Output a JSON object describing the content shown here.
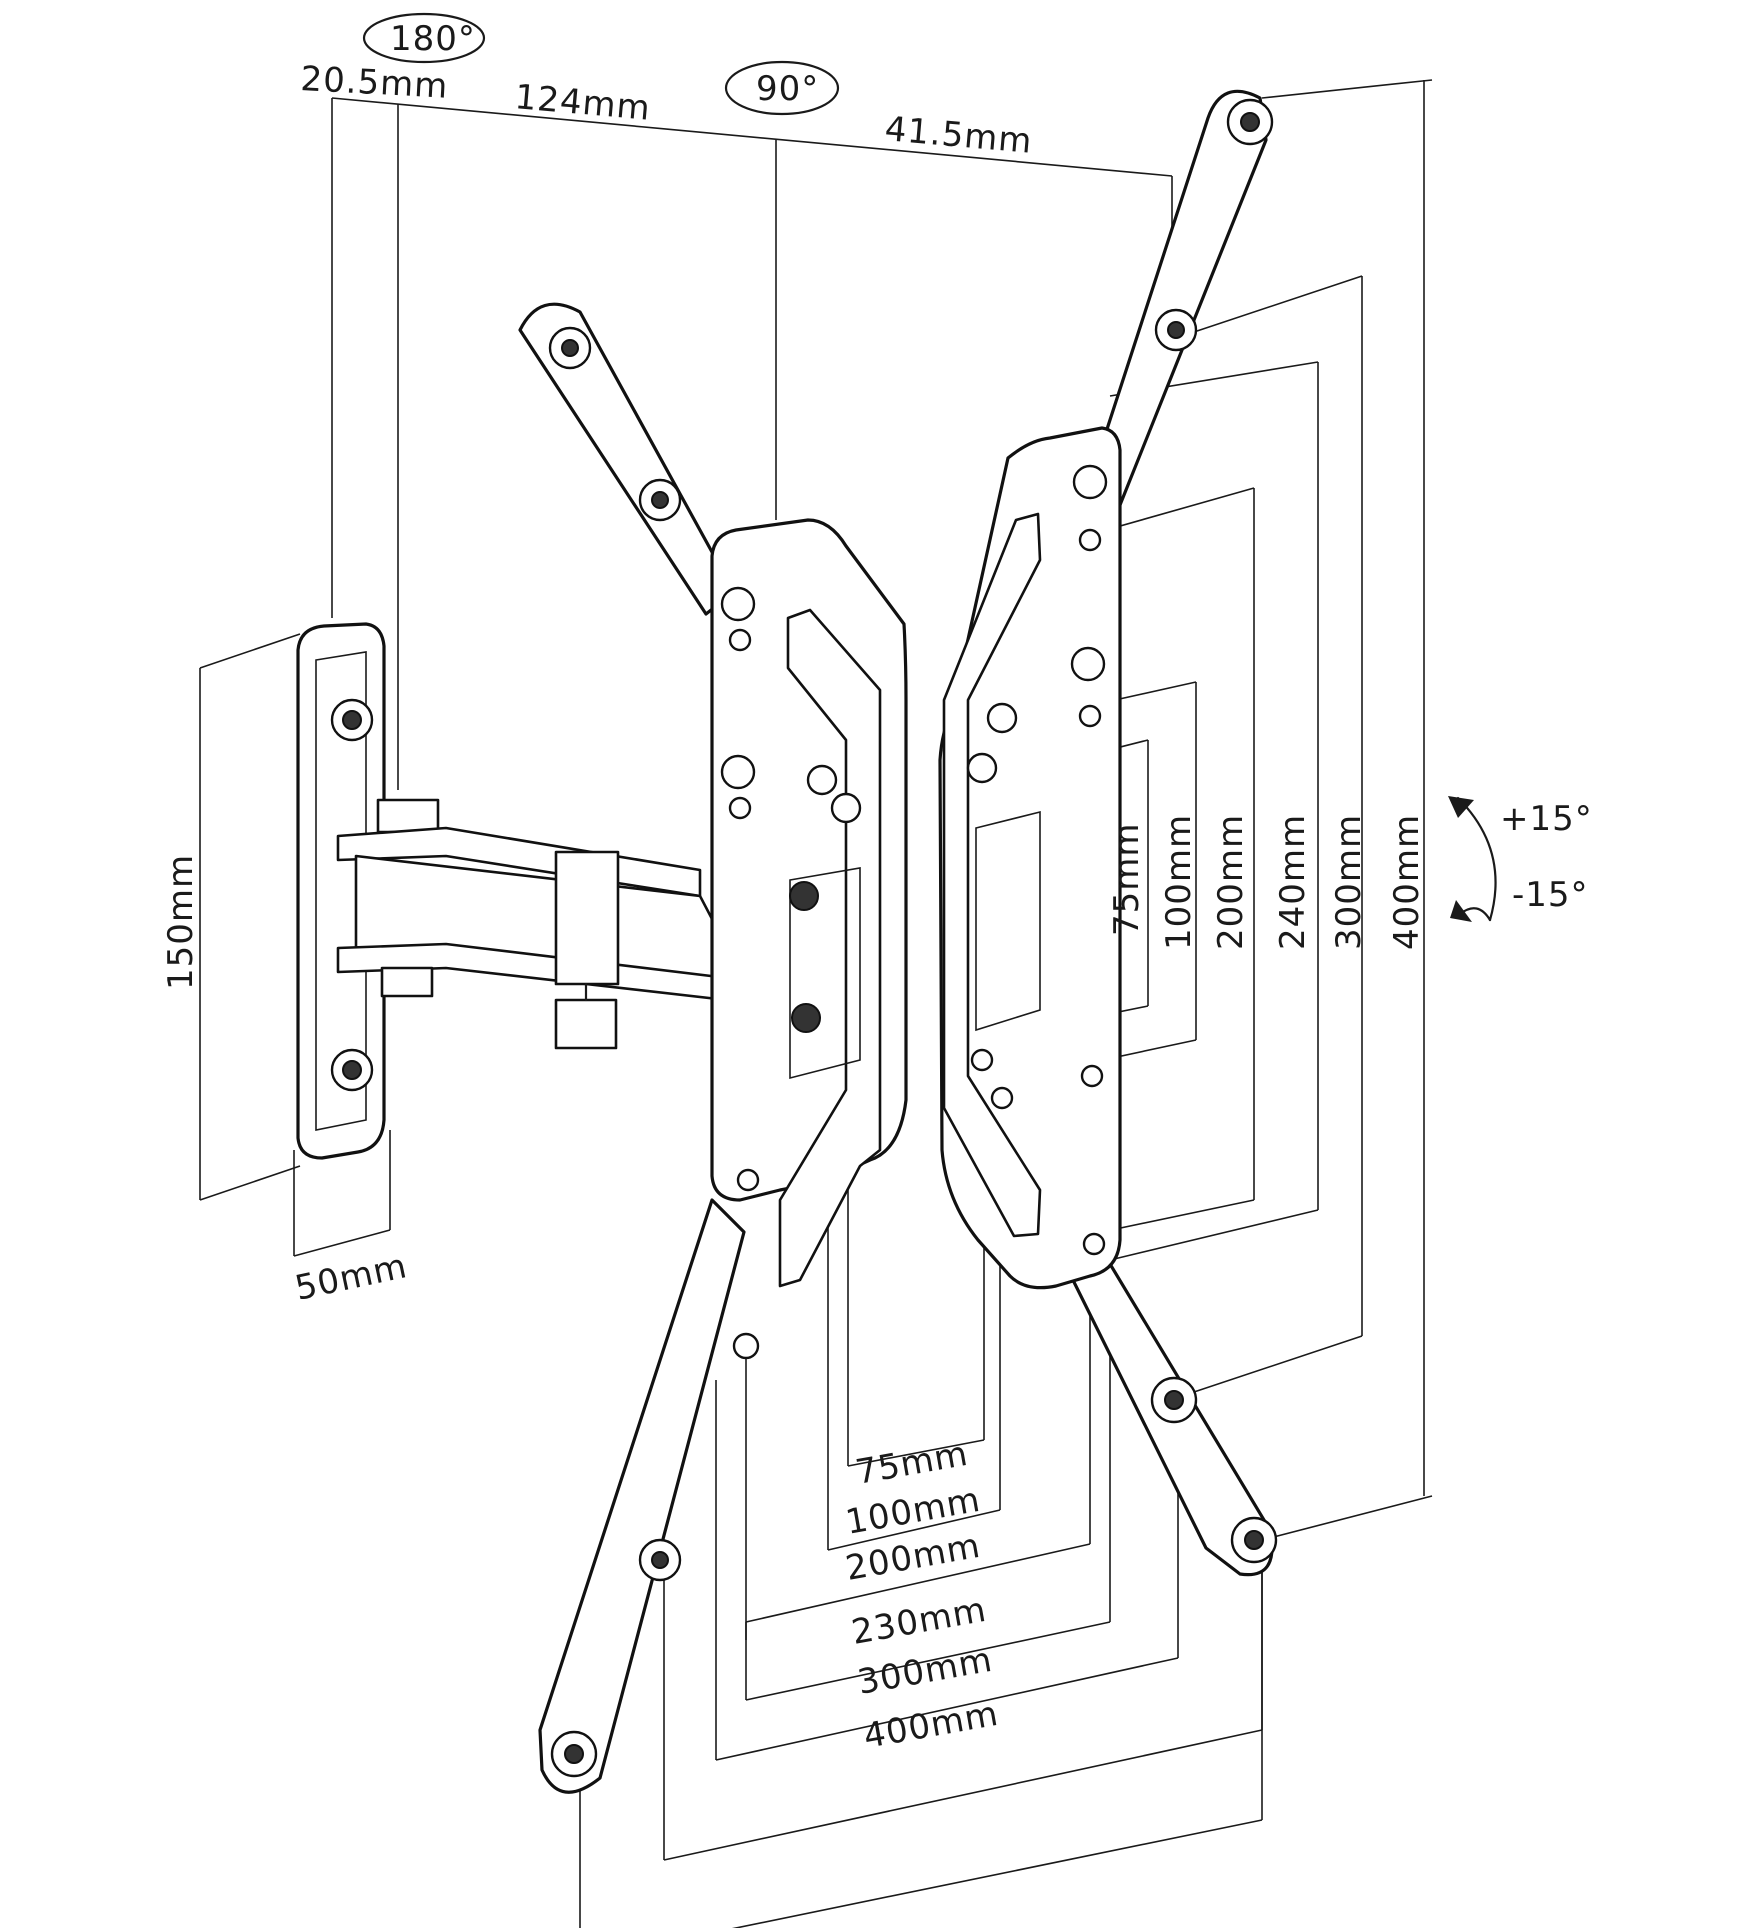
{
  "rotation": {
    "swivel": "180°",
    "rotate": "90°",
    "tilt_up": "+15°",
    "tilt_down": "-15°"
  },
  "top_dims": {
    "d1": "20.5mm",
    "d2": "124mm",
    "d3": "41.5mm"
  },
  "wall_plate": {
    "height": "150mm",
    "width": "50mm"
  },
  "vertical_vesa": [
    "75mm",
    "100mm",
    "200mm",
    "240mm",
    "300mm",
    "400mm"
  ],
  "horizontal_vesa": [
    "75mm",
    "100mm",
    "200mm",
    "230mm",
    "300mm",
    "400mm"
  ]
}
